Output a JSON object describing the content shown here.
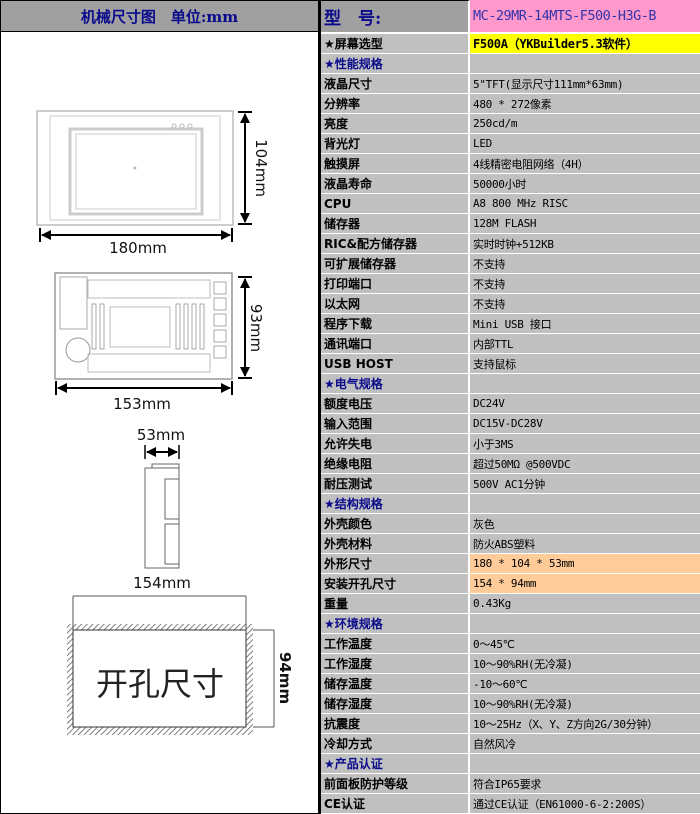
{
  "left_header": "机械尺寸图　单位:mm",
  "drawing": {
    "front_width": "180mm",
    "front_height": "104mm",
    "back_width": "153mm",
    "back_height": "93mm",
    "depth": "53mm",
    "cutout_width": "154mm",
    "cutout_height": "94mm",
    "cutout_label": "开孔尺寸"
  },
  "model": {
    "label": "型　号:",
    "value": "MC-29MR-14MTS-F500-H3G-B"
  },
  "rows": [
    {
      "label": "★屏幕选型",
      "value": "F500A（YKBuilder5.3软件）",
      "style": "yellow"
    },
    {
      "label": "★性能规格",
      "value": "",
      "style": "sec"
    },
    {
      "label": "液晶尺寸",
      "value": "5\"TFT(显示尺寸111mm*63mm)"
    },
    {
      "label": "分辨率",
      "value": "480 * 272像素"
    },
    {
      "label": "亮度",
      "value": "250cd/m"
    },
    {
      "label": "背光灯",
      "value": "LED"
    },
    {
      "label": "触摸屏",
      "value": "4线精密电阻网络（4H）"
    },
    {
      "label": "液晶寿命",
      "value": "50000小时"
    },
    {
      "label": "CPU",
      "value": "A8 800 MHz RISC"
    },
    {
      "label": "储存器",
      "value": "128M FLASH"
    },
    {
      "label": "RIC&配方储存器",
      "value": "实时时钟+512KB"
    },
    {
      "label": "可扩展储存器",
      "value": "不支持"
    },
    {
      "label": "打印端口",
      "value": "不支持"
    },
    {
      "label": "以太网",
      "value": "不支持"
    },
    {
      "label": "程序下载",
      "value": "Mini USB 接口"
    },
    {
      "label": "通讯端口",
      "value": "内部TTL"
    },
    {
      "label": "USB HOST",
      "value": "支持鼠标"
    },
    {
      "label": "★电气规格",
      "value": "",
      "style": "sec"
    },
    {
      "label": "额度电压",
      "value": "DC24V"
    },
    {
      "label": "输入范围",
      "value": "DC15V-DC28V"
    },
    {
      "label": "允许失电",
      "value": "小于3MS"
    },
    {
      "label": "绝缘电阻",
      "value": "超过50MΩ @500VDC"
    },
    {
      "label": "耐压测试",
      "value": "500V AC1分钟"
    },
    {
      "label": "★结构规格",
      "value": "",
      "style": "sec"
    },
    {
      "label": "外壳颜色",
      "value": "灰色"
    },
    {
      "label": "外壳材料",
      "value": "防火ABS塑料"
    },
    {
      "label": "外形尺寸",
      "value": "180 * 104 * 53mm",
      "style": "orange"
    },
    {
      "label": "安装开孔尺寸",
      "value": "154 * 94mm",
      "style": "orange"
    },
    {
      "label": "重量",
      "value": "0.43Kg"
    },
    {
      "label": "★环境规格",
      "value": "",
      "style": "sec"
    },
    {
      "label": "工作温度",
      "value": "0～45℃"
    },
    {
      "label": "工作湿度",
      "value": "10～90%RH(无冷凝)"
    },
    {
      "label": "储存温度",
      "value": "-10～60℃"
    },
    {
      "label": "储存湿度",
      "value": "10～90%RH(无冷凝)"
    },
    {
      "label": "抗震度",
      "value": "10～25Hz（X、Y、Z方向2G/30分钟）"
    },
    {
      "label": "冷却方式",
      "value": "自然风冷"
    },
    {
      "label": "★产品认证",
      "value": "",
      "style": "sec"
    },
    {
      "label": "前面板防护等级",
      "value": "符合IP65要求"
    },
    {
      "label": "CE认证",
      "value": "通过CE认证（EN61000-6-2:200S）"
    }
  ]
}
